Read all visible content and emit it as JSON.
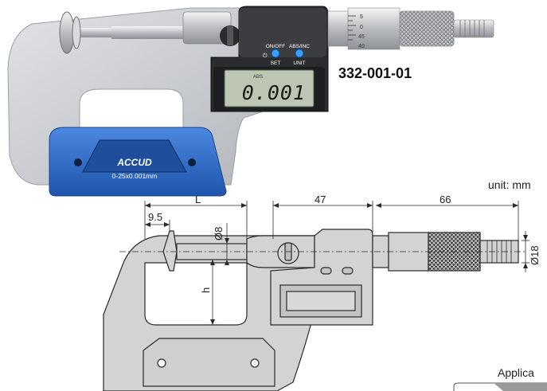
{
  "product": {
    "model_number": "332-001-01",
    "brand": "ACCUD",
    "range_label": "0-25x0.001mm",
    "lcd_mode": "ABS",
    "lcd_value": "0.001",
    "buttons": {
      "on_off": "ON/OFF",
      "set": "SET",
      "abs_inc": "ABS/INC",
      "unit": "UNIT"
    },
    "thimble_marks": [
      "5",
      "0",
      "45",
      "40"
    ]
  },
  "drawing": {
    "unit_label": "unit: mm",
    "dimensions": {
      "L": "L",
      "d_9_5": "9.5",
      "d_47": "47",
      "d_66": "66",
      "dia_8": "Ø8",
      "dia_18": "Ø18",
      "h": "h"
    }
  },
  "footer": {
    "application_label": "Applica"
  },
  "colors": {
    "frame_gray": "#c9ccd0",
    "blue_shield": "#2f6cc9",
    "lcd_bezel": "#1e1f22",
    "lcd_screen": "#b9c4b0",
    "model_text": "#111111",
    "drawing_fill": "#d4d4d4",
    "drawing_line": "#2a2a2a"
  }
}
